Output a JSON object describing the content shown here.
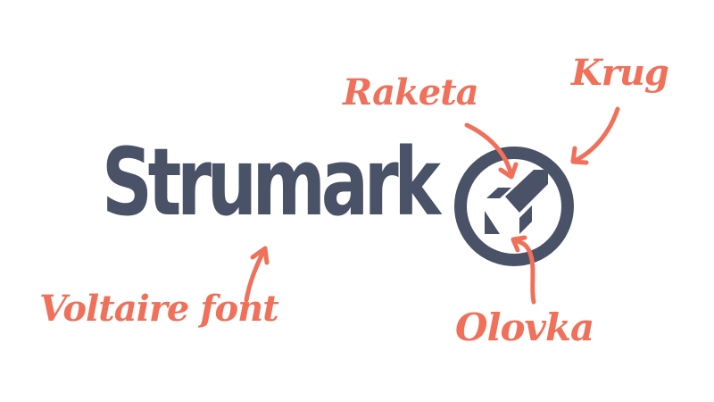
{
  "logo": {
    "wordmark": "Strumark",
    "wordmark_color": "#4a5268",
    "mark": {
      "shape": "circle-with-rocket-pencil",
      "color": "#4a5268"
    }
  },
  "annotations": {
    "color": "#f0705a",
    "items": [
      {
        "label": "Raketa",
        "target": "rocket-shape-in-mark"
      },
      {
        "label": "Krug",
        "target": "circle-ring"
      },
      {
        "label": "Voltaire font",
        "target": "wordmark"
      },
      {
        "label": "Olovka",
        "target": "pencil-shape-in-mark"
      }
    ]
  }
}
